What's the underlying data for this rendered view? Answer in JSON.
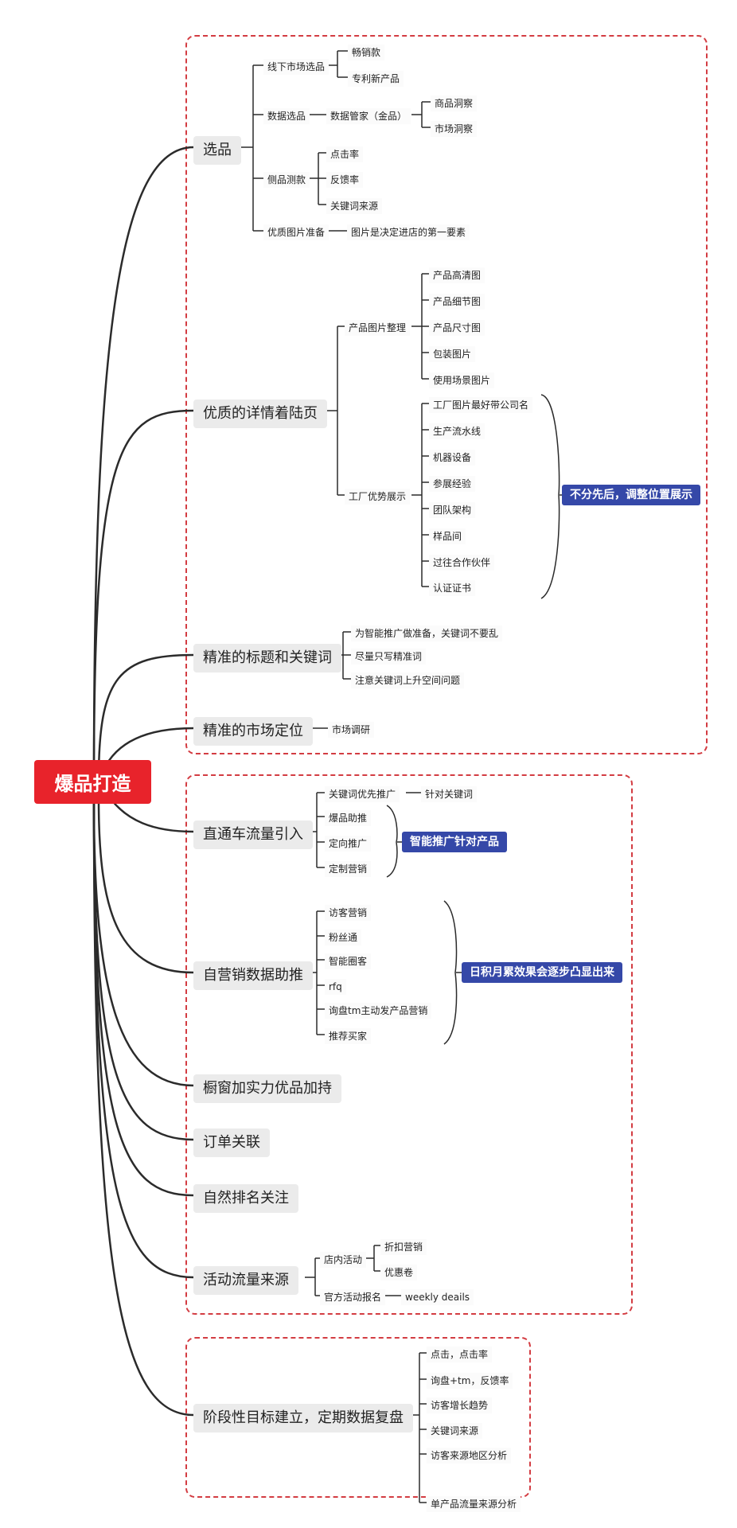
{
  "root": "爆品打造",
  "topics": {
    "xuanpin": "选品",
    "xiangqing": "优质的详情着陆页",
    "biaoti": "精准的标题和关键词",
    "dingwei": "精准的市场定位",
    "zhitongche": "直通车流量引入",
    "ziyingxiao": "自营销数据助推",
    "chuchuang": "橱窗加实力优品加持",
    "dingdan": "订单关联",
    "ziran": "自然排名关注",
    "huodong": "活动流量来源",
    "jieduan": "阶段性目标建立，定期数据复盘"
  },
  "xuanpin": {
    "xianxia": "线下市场选品",
    "changxiao": "畅销款",
    "zhuanli": "专利新产品",
    "shuju": "数据选品",
    "guanjia": "数据管家（金品）",
    "shangpin": "商品洞察",
    "shichang": "市场洞察",
    "cepin": "侧品测款",
    "dianji": "点击率",
    "fankui": "反馈率",
    "laiyuan": "关键词来源",
    "tupian": "优质图片准备",
    "yaosu": "图片是决定进店的第一要素"
  },
  "xiangqing": {
    "chanpintupian": "产品图片整理",
    "gaoqing": "产品高清图",
    "xijie": "产品细节图",
    "chicun": "产品尺寸图",
    "baozhuang": "包装图片",
    "changjing": "使用场景图片",
    "youshi": "工厂优势展示",
    "gongchang": "工厂图片最好带公司名",
    "liushui": "生产流水线",
    "jiqi": "机器设备",
    "canzhan": "参展经验",
    "tuandui": "团队架构",
    "yangpin": "样品间",
    "huoban": "过往合作伙伴",
    "renzheng": "认证证书",
    "note": "不分先后，调整位置展示"
  },
  "biaoti": {
    "a": "为智能推广做准备，关键词不要乱",
    "b": "尽量只写精准词",
    "c": "注意关键词上升空间问题"
  },
  "dingwei": {
    "a": "市场调研"
  },
  "zhitongche": {
    "youxian": "关键词优先推广",
    "zhendui": "针对关键词",
    "zhutui": "爆品助推",
    "dingxiang": "定向推广",
    "dingzhi": "定制营销",
    "note": "智能推广针对产品"
  },
  "ziyingxiao": {
    "fangke": "访客营销",
    "fensi": "粉丝通",
    "quanke": "智能圈客",
    "rfq": "rfq",
    "xunpan": "询盘tm主动发产品营销",
    "tuijian": "推荐买家",
    "note": "日积月累效果会逐步凸显出来"
  },
  "huodong": {
    "diannei": "店内活动",
    "zhekou": "折扣营销",
    "youhuijuan": "优惠卷",
    "guanfang": "官方活动报名",
    "weekly": "weekly deails"
  },
  "jieduan": {
    "a": "点击，点击率",
    "b": "询盘+tm，反馈率",
    "c": "访客增长趋势",
    "d": "关键词来源",
    "e": "访客来源地区分析",
    "f": "单产品流量来源分析"
  }
}
